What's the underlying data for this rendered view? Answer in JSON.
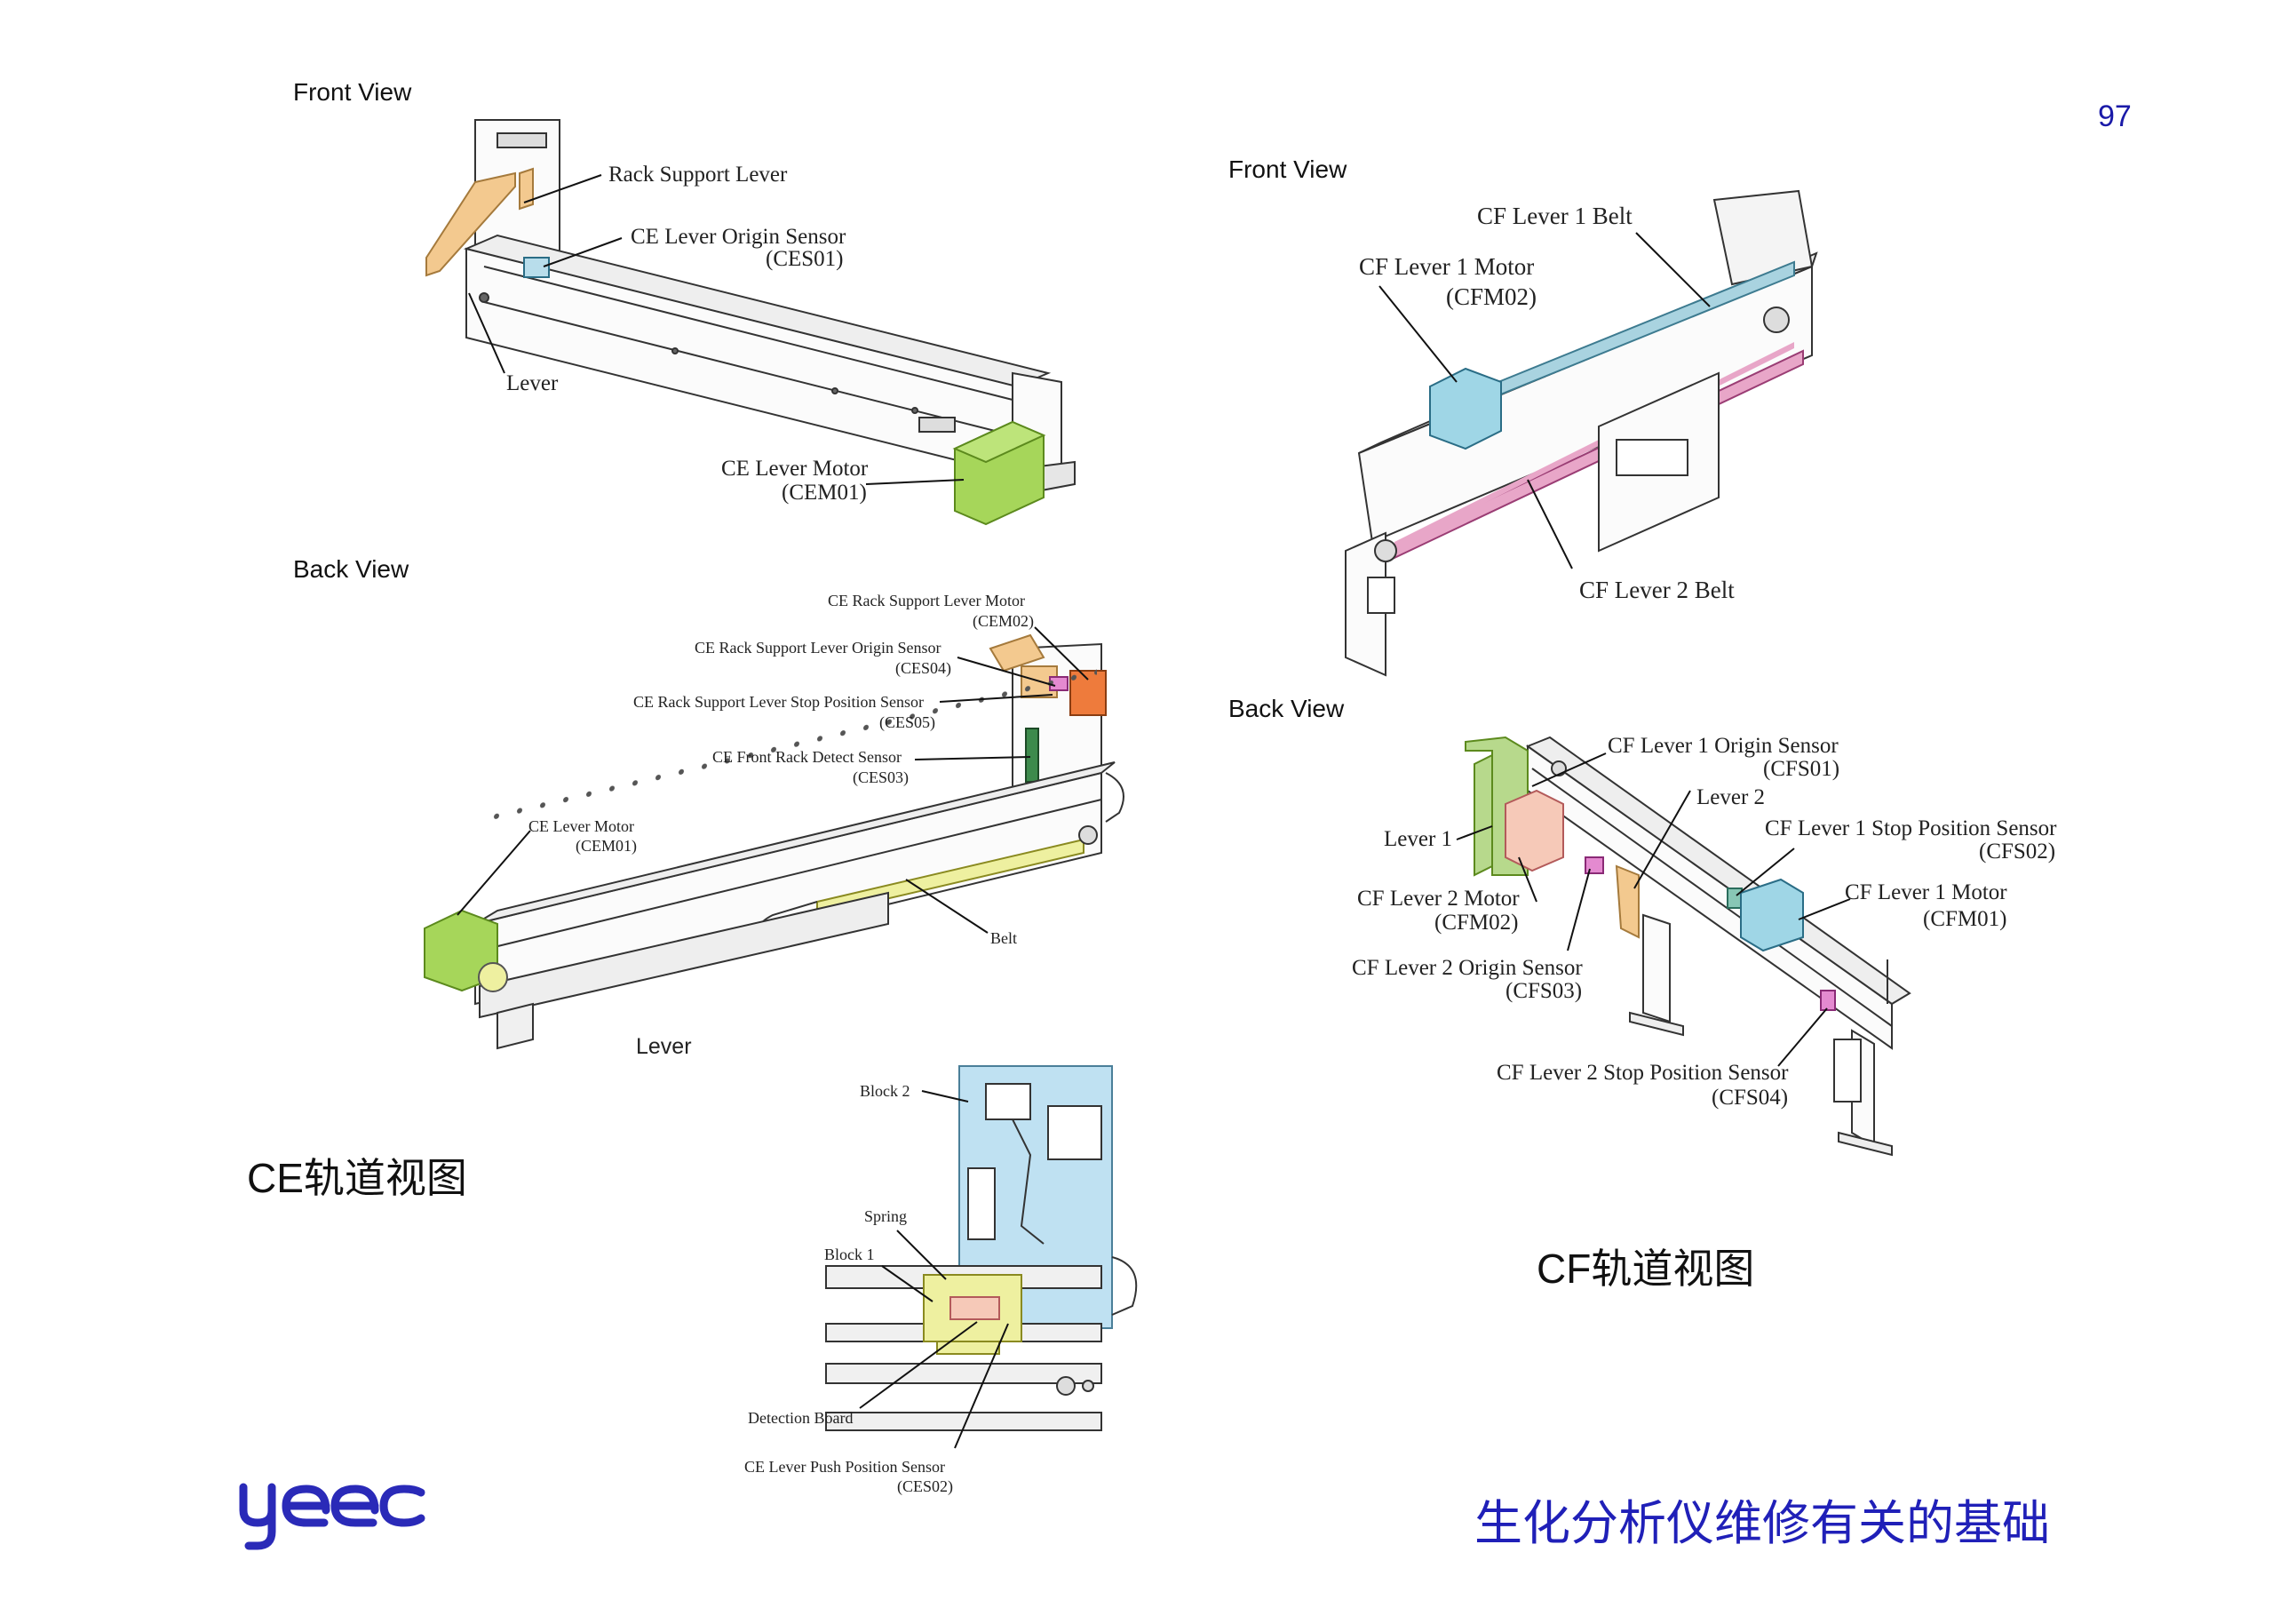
{
  "page_number": "97",
  "ce": {
    "front_view": {
      "title": "Front View",
      "labels": {
        "rack_support_lever": "Rack Support Lever",
        "origin_sensor_name": "CE Lever Origin Sensor",
        "origin_sensor_code": "(CES01)",
        "lever": "Lever",
        "motor_name": "CE Lever Motor",
        "motor_code": "(CEM01)"
      }
    },
    "back_view": {
      "title": "Back View",
      "labels": {
        "rack_support_motor_name": "CE Rack Support Lever Motor",
        "rack_support_motor_code": "(CEM02)",
        "rack_origin_sensor_name": "CE Rack Support Lever Origin Sensor",
        "rack_origin_sensor_code": "(CES04)",
        "rack_stop_sensor_name": "CE Rack Support Lever Stop Position Sensor",
        "rack_stop_sensor_code": "(CES05)",
        "front_rack_sensor_name": "CE Front Rack Detect Sensor",
        "front_rack_sensor_code": "(CES03)",
        "lever_motor_name": "CE Lever Motor",
        "lever_motor_code": "(CEM01)",
        "belt": "Belt",
        "lever": "Lever"
      }
    },
    "detail": {
      "block2": "Block 2",
      "spring": "Spring",
      "block1": "Block 1",
      "detection_board": "Detection Board",
      "push_sensor_name": "CE Lever Push Position Sensor",
      "push_sensor_code": "(CES02)"
    },
    "caption": "CE轨道视图"
  },
  "cf": {
    "front_view": {
      "title": "Front View",
      "labels": {
        "lever1_belt": "CF Lever 1 Belt",
        "lever1_motor_name": "CF Lever 1 Motor",
        "lever1_motor_code": "(CFM02)",
        "lever2_belt": "CF Lever 2 Belt"
      }
    },
    "back_view": {
      "title": "Back View",
      "labels": {
        "origin_sensor1_name": "CF Lever 1 Origin Sensor",
        "origin_sensor1_code": "(CFS01)",
        "lever2": "Lever 2",
        "lever1": "Lever 1",
        "stop_sensor1_name": "CF Lever 1 Stop Position Sensor",
        "stop_sensor1_code": "(CFS02)",
        "lever2_motor_name": "CF Lever 2 Motor",
        "lever2_motor_code": "(CFM02)",
        "lever1_motor_name": "CF Lever 1 Motor",
        "lever1_motor_code": "(CFM01)",
        "origin_sensor2_name": "CF Lever 2 Origin Sensor",
        "origin_sensor2_code": "(CFS03)",
        "stop_sensor2_name": "CF Lever 2 Stop Position Sensor",
        "stop_sensor2_code": "(CFS04)"
      }
    },
    "caption": "CF轨道视图"
  },
  "logo_text": "yeec",
  "footer_title": "生化分析仪维修有关的基础",
  "colors": {
    "lever_orange": "#f3c98f",
    "motor_green": "#a6d65a",
    "motor_blue": "#9fd6e6",
    "motor_pink": "#f6c9b8",
    "motor_red": "#ee7b3c",
    "belt_pink": "#e8a6c8",
    "belt_blue": "#a9d3e0",
    "belt_yellow": "#eef0a0",
    "detail_blue": "#bfe1f2",
    "logo_blue": "#2a2ab8"
  }
}
